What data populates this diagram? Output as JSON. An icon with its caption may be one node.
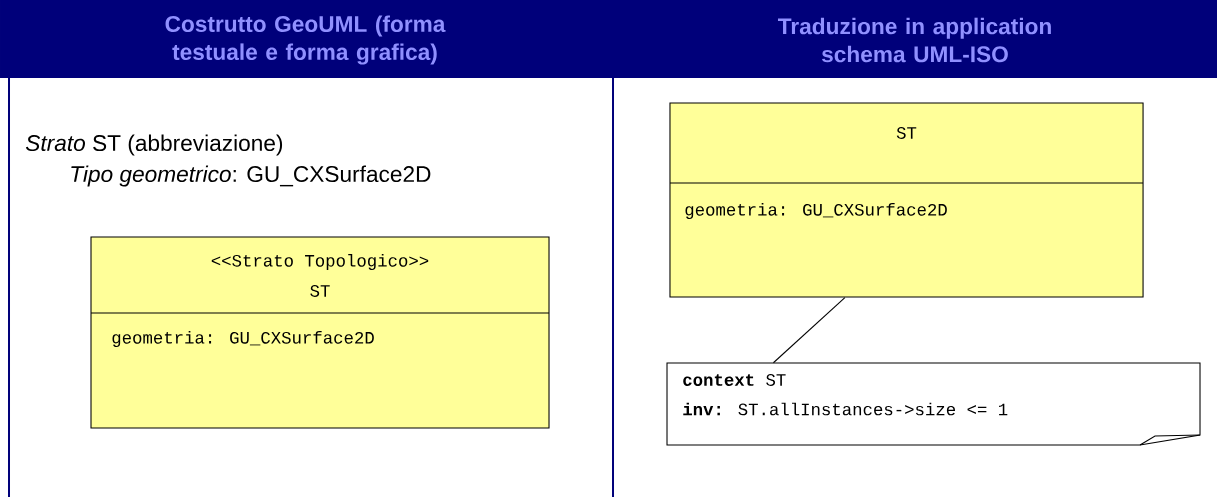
{
  "diagram": {
    "nodes": [
      {
        "text": [
          "<<Strato Topologico>>",
          "ST",
          "geometria: GU_CXSurface2D"
        ]
      },
      {
        "text": [
          "ST",
          "geometria: GU_CXSurface2D"
        ]
      },
      {
        "text": [
          "**context** ST",
          "**inv:** ST.allInstances->size <= 1"
        ]
      }
    ],
    "edges": [
      {
        "from": 1,
        "to": 2,
        "arrow": "none"
      }
    ],
    "labels": [
      "Costrutto GeoUML (forma testuale e forma grafica)",
      "Traduzione in application schema UML-ISO",
      "*Strato* ST (abbreviazione)",
      "*Tipo geometrico*: GU_CXSurface2D"
    ]
  }
}
